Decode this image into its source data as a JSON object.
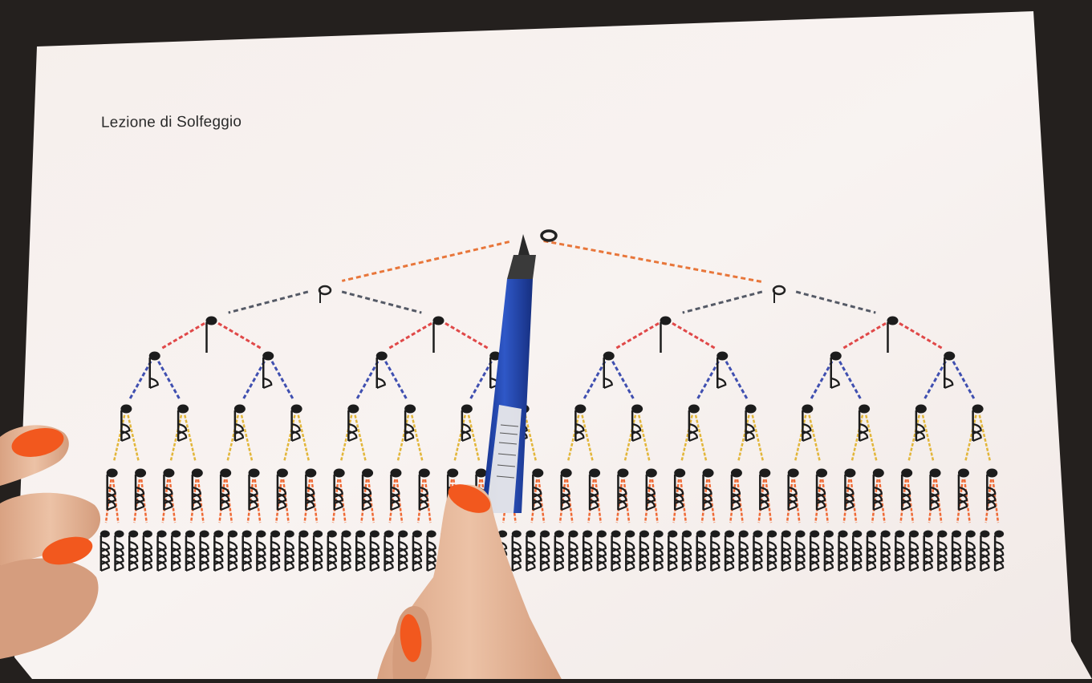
{
  "sheet": {
    "title": "Lezione di Solfeggio"
  },
  "note_tree": {
    "levels": [
      {
        "note": "semibreve",
        "count": 1,
        "connector_color": "#e8763a"
      },
      {
        "note": "minim",
        "count": 2,
        "connector_color": "#555a66"
      },
      {
        "note": "crotchet",
        "count": 4,
        "connector_color": "#e04848"
      },
      {
        "note": "quaver",
        "count": 8,
        "connector_color": "#3f4fb0"
      },
      {
        "note": "semiquaver",
        "count": 16,
        "connector_color": "#e2b63a"
      },
      {
        "note": "demisemiquaver",
        "count": 32,
        "connector_color": "#ef6a35"
      },
      {
        "note": "hemidemisemiquaver",
        "count": 64
      }
    ]
  },
  "colors": {
    "background": "#24201e",
    "paper": "#f7f1ee",
    "nail_polish": "#f2581e",
    "skin": "#e9b99a",
    "pen_barrel": "#1f3fa0"
  }
}
